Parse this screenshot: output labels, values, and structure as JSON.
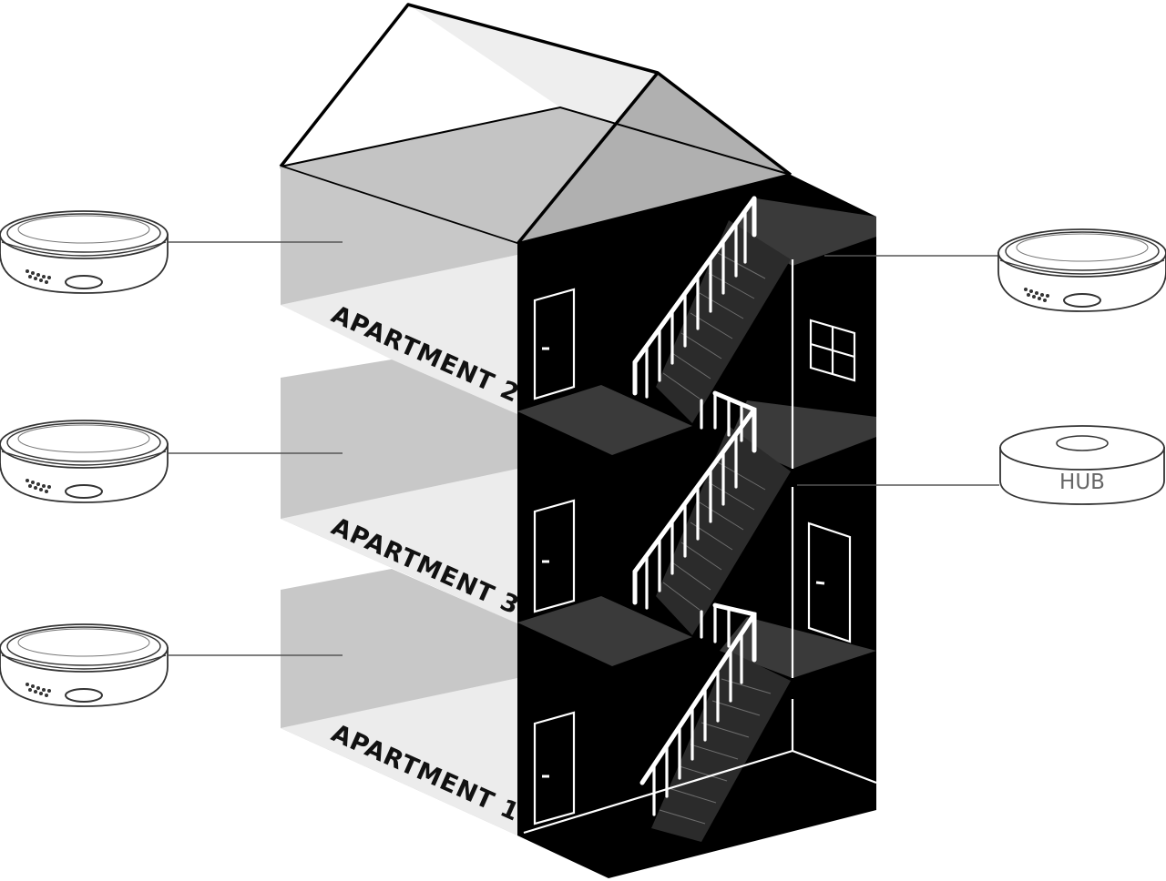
{
  "apartments": [
    {
      "label": "APARTMENT 2"
    },
    {
      "label": "APARTMENT 3"
    },
    {
      "label": "APARTMENT 1"
    }
  ],
  "devices": {
    "left_detectors": [
      "smoke-detector",
      "smoke-detector",
      "smoke-detector"
    ],
    "right_detector": "smoke-detector",
    "hub": {
      "label": "HUB"
    }
  },
  "colors": {
    "building_dark": "#000000",
    "landing": "#3a3a3a",
    "room_grey": "#c8c8c8",
    "floor_light": "#ececec",
    "device_outline": "#333333"
  }
}
